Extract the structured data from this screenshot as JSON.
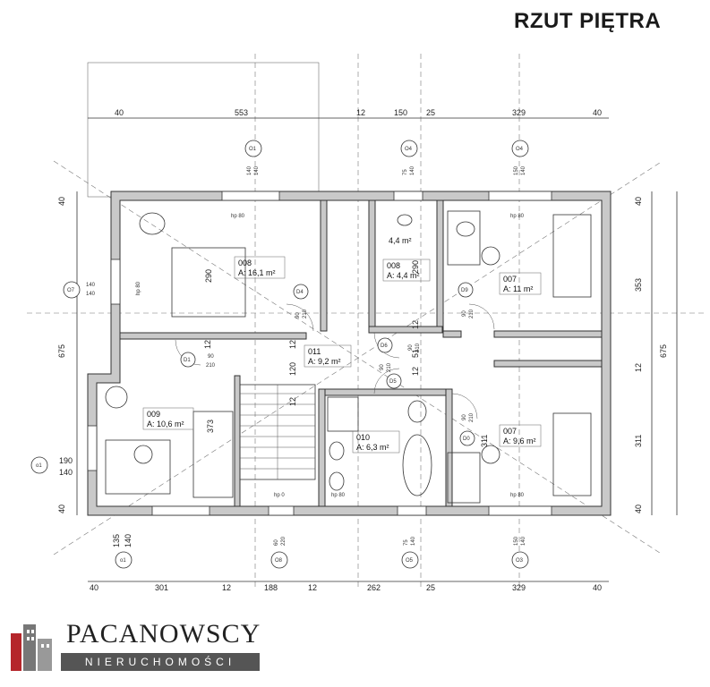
{
  "title": "RZUT PIĘTRA",
  "top_dims_outer": [
    "40",
    "553",
    "12",
    "150",
    "25",
    "329",
    "40"
  ],
  "bottom_dims": [
    "40",
    "301",
    "12",
    "188",
    "12",
    "262",
    "25",
    "329",
    "40"
  ],
  "left_dims": [
    "40",
    "675",
    "40"
  ],
  "right_dims": [
    "40",
    "353",
    "12",
    "311",
    "40"
  ],
  "right_outer": "675",
  "rooms": [
    {
      "num": "008",
      "area": "A: 16,1 m²"
    },
    {
      "num": "008",
      "area": "A: 4,4 m²"
    },
    {
      "num": "007",
      "area": "A: 11 m²"
    },
    {
      "num": "011",
      "area": "A: 9,2 m²"
    },
    {
      "num": "009",
      "area": "A: 10,6 m²"
    },
    {
      "num": "010",
      "area": "A: 6,3 m²"
    },
    {
      "num": "007",
      "area": "A: 9,6 m²"
    }
  ],
  "extra_area": "4,4 m²",
  "window_tags": [
    "O1",
    "O4",
    "O4",
    "O7",
    "o1",
    "o1",
    "O8",
    "O5",
    "O3"
  ],
  "door_tags": [
    "D4",
    "D1",
    "D6",
    "D5",
    "D9",
    "D0"
  ],
  "inner_dims": [
    "290",
    "290",
    "120",
    "373",
    "311",
    "51",
    "12",
    "12",
    "12",
    "12",
    "12"
  ],
  "window_heights": [
    "140",
    "140",
    "75",
    "140",
    "150",
    "140",
    "140",
    "140",
    "190",
    "140",
    "135",
    "140",
    "60",
    "220",
    "75",
    "140",
    "150",
    "140"
  ],
  "door_dims": [
    "90",
    "210",
    "90",
    "210",
    "90",
    "210",
    "90",
    "210",
    "90",
    "210",
    "90",
    "210"
  ],
  "hp_labels": [
    "hp 80",
    "hp 80",
    "hp 80",
    "hp 80",
    "hp 80",
    "hp 0"
  ],
  "logo": {
    "name": "PACANOWSCY",
    "sub": "NIERUCHOMOŚCI"
  }
}
